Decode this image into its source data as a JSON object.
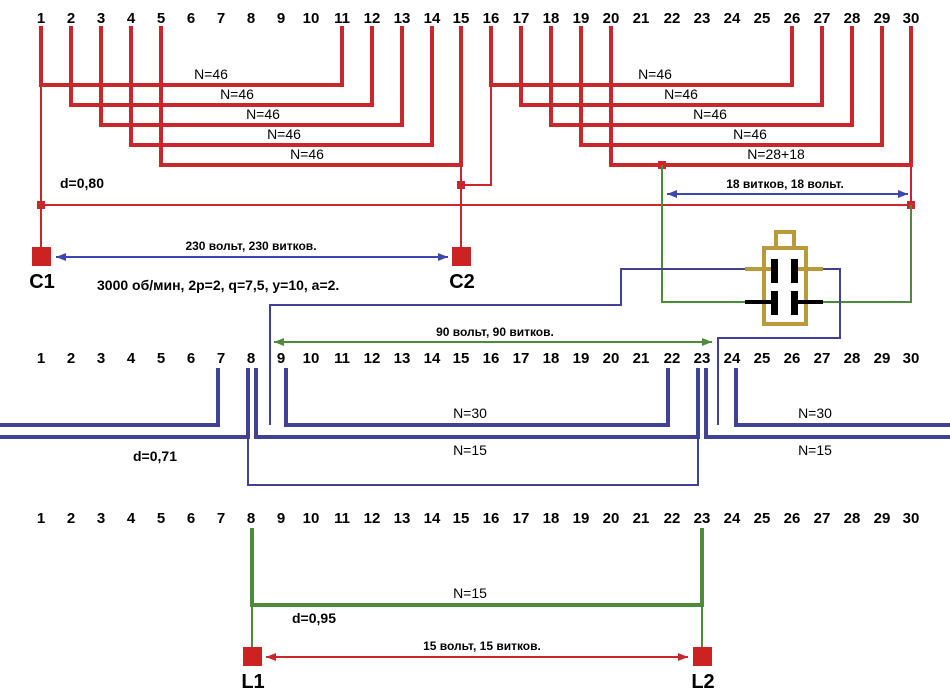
{
  "colors": {
    "main_winding": "#c8282c",
    "aux_winding": "#414296",
    "inductor_winding": "#4e8a3a",
    "arrow_blue": "#3d47b0",
    "arrow_green": "#4e8a3a",
    "arrow_red": "#c8282c",
    "capacitor_frame": "#b89a3a",
    "capacitor_plate": "#000000",
    "terminal": "#cc2222"
  },
  "slot_numbers": [
    "1",
    "2",
    "3",
    "4",
    "5",
    "6",
    "7",
    "8",
    "9",
    "10",
    "11",
    "12",
    "13",
    "14",
    "15",
    "16",
    "17",
    "18",
    "19",
    "20",
    "21",
    "22",
    "23",
    "24",
    "25",
    "26",
    "27",
    "28",
    "29",
    "30"
  ],
  "main_winding": {
    "coils_left": [
      {
        "from": 1,
        "to": 11,
        "label": "N=46"
      },
      {
        "from": 2,
        "to": 12,
        "label": "N=46"
      },
      {
        "from": 3,
        "to": 13,
        "label": "N=46"
      },
      {
        "from": 4,
        "to": 14,
        "label": "N=46"
      },
      {
        "from": 5,
        "to": 15,
        "label": "N=46"
      }
    ],
    "coils_right": [
      {
        "from": 16,
        "to": 26,
        "label": "N=46"
      },
      {
        "from": 17,
        "to": 27,
        "label": "N=46"
      },
      {
        "from": 18,
        "to": 28,
        "label": "N=46"
      },
      {
        "from": 19,
        "to": 29,
        "label": "N=46"
      },
      {
        "from": 20,
        "to": 30,
        "label": "N=28+18"
      }
    ],
    "wire_diameter": "d=0,80",
    "tap_label": "18 витков, 18 вольт.",
    "voltage_label": "230 вольт, 230 витков.",
    "terminal_start": "C1",
    "terminal_end": "C2",
    "parameters": "3000 об/мин, 2p=2, q=7,5, y=10, a=2."
  },
  "aux_winding": {
    "coils": [
      {
        "from": 9,
        "to": 22,
        "label": "N=30"
      },
      {
        "from": 24,
        "to": 7,
        "label": "N=30"
      },
      {
        "from": 8,
        "to": 23,
        "label": "N=15"
      },
      {
        "from": 23,
        "to": 8,
        "label": "N=15"
      }
    ],
    "wire_diameter": "d=0,71",
    "voltage_label": "90 вольт, 90 витков."
  },
  "inductor_winding": {
    "coil": {
      "from": 8,
      "to": 23,
      "label": "N=15"
    },
    "wire_diameter": "d=0,95",
    "voltage_label": "15 вольт, 15 витков.",
    "terminal_start": "L1",
    "terminal_end": "L2"
  },
  "component": {
    "type": "capacitor-pair",
    "icon": "capacitor-icon"
  }
}
